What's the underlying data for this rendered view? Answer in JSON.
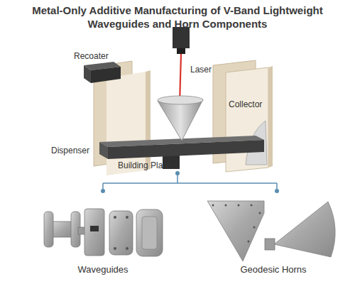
{
  "diagram": {
    "title": "Metal-Only Additive Manufacturing of V-Band Lightweight Waveguides and Horn Components",
    "nodes": [
      {
        "text": [
          "Waveguides"
        ]
      },
      {
        "text": [
          "Geodesic Horns"
        ]
      }
    ],
    "labels": [
      "Recoater",
      "Laser",
      "Dispenser",
      "Collector",
      "Building Plate"
    ]
  }
}
